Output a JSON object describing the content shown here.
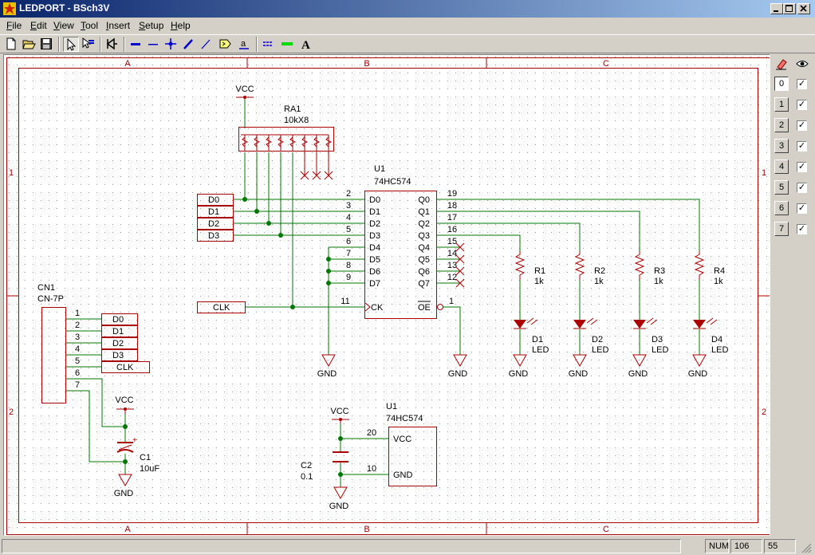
{
  "window": {
    "title": "LEDPORT - BSch3V"
  },
  "menu": {
    "items": [
      {
        "label": "File",
        "key": "F",
        "rest": "ile"
      },
      {
        "label": "Edit",
        "key": "E",
        "rest": "dit"
      },
      {
        "label": "View",
        "key": "V",
        "rest": "iew"
      },
      {
        "label": "Tool",
        "key": "T",
        "rest": "ool"
      },
      {
        "label": "Insert",
        "key": "I",
        "rest": "nsert"
      },
      {
        "label": "Setup",
        "key": "S",
        "rest": "etup"
      },
      {
        "label": "Help",
        "key": "H",
        "rest": "elp"
      }
    ]
  },
  "toolbar": {
    "icons": [
      "new-icon",
      "open-icon",
      "save-icon",
      "select-arrow-icon",
      "drag-select-icon",
      "component-icon",
      "bus-icon",
      "wire-icon",
      "junction-icon",
      "bus-entry-icon",
      "entry-icon",
      "tag-icon",
      "label-icon",
      "comment-line-icon",
      "marker-line-icon",
      "text-icon"
    ],
    "text_tool_glyph": "A",
    "label_glyph": "a",
    "colors": {
      "bus": "#0000cc",
      "marker": "#00dd00"
    }
  },
  "sheet": {
    "columns": [
      "A",
      "B",
      "C"
    ],
    "rows": [
      "1",
      "2"
    ],
    "colors": {
      "component": "#aa0000",
      "wire": "#007700",
      "junction": "#007700",
      "text": "#000000",
      "frame": "#aa0000",
      "grid": "#999999"
    }
  },
  "schematic": {
    "vcc": "VCC",
    "gnd": "GND",
    "ra1": {
      "ref": "RA1",
      "value": "10kX8"
    },
    "u1": {
      "ref": "U1",
      "value": "74HC574",
      "left_pins": [
        {
          "num": "2",
          "name": "D0"
        },
        {
          "num": "3",
          "name": "D1"
        },
        {
          "num": "4",
          "name": "D2"
        },
        {
          "num": "5",
          "name": "D3"
        },
        {
          "num": "6",
          "name": "D4"
        },
        {
          "num": "7",
          "name": "D5"
        },
        {
          "num": "8",
          "name": "D6"
        },
        {
          "num": "9",
          "name": "D7"
        }
      ],
      "right_pins": [
        {
          "num": "19",
          "name": "Q0"
        },
        {
          "num": "18",
          "name": "Q1"
        },
        {
          "num": "17",
          "name": "Q2"
        },
        {
          "num": "16",
          "name": "Q3"
        },
        {
          "num": "15",
          "name": "Q4"
        },
        {
          "num": "14",
          "name": "Q5"
        },
        {
          "num": "13",
          "name": "Q6"
        },
        {
          "num": "12",
          "name": "Q7"
        }
      ],
      "ck": {
        "num": "11",
        "name": "CK"
      },
      "oe": {
        "num": "1",
        "name": "OE"
      }
    },
    "u1_power": {
      "ref": "U1",
      "value": "74HC574",
      "vcc_pin": "20",
      "gnd_pin": "10",
      "vcc_name": "VCC",
      "gnd_name": "GND"
    },
    "input_labels": [
      "D0",
      "D1",
      "D2",
      "D3"
    ],
    "clk_label": "CLK",
    "resistors": [
      {
        "ref": "R1",
        "value": "1k"
      },
      {
        "ref": "R2",
        "value": "1k"
      },
      {
        "ref": "R3",
        "value": "1k"
      },
      {
        "ref": "R4",
        "value": "1k"
      }
    ],
    "leds": [
      {
        "ref": "D1",
        "value": "LED"
      },
      {
        "ref": "D2",
        "value": "LED"
      },
      {
        "ref": "D3",
        "value": "LED"
      },
      {
        "ref": "D4",
        "value": "LED"
      }
    ],
    "cn1": {
      "ref": "CN1",
      "value": "CN-7P",
      "pins": [
        "1",
        "2",
        "3",
        "4",
        "5",
        "6",
        "7"
      ],
      "labels": [
        "D0",
        "D1",
        "D2",
        "D3",
        "CLK"
      ]
    },
    "c1": {
      "ref": "C1",
      "value": "10uF",
      "polarity": "+"
    },
    "c2": {
      "ref": "C2",
      "value": "0.1"
    }
  },
  "layers": {
    "header_icons": [
      "eraser-icon",
      "eye-icon"
    ],
    "items": [
      {
        "label": "0",
        "visible": true,
        "selected": true
      },
      {
        "label": "1",
        "visible": true,
        "selected": false
      },
      {
        "label": "2",
        "visible": true,
        "selected": false
      },
      {
        "label": "3",
        "visible": true,
        "selected": false
      },
      {
        "label": "4",
        "visible": true,
        "selected": false
      },
      {
        "label": "5",
        "visible": true,
        "selected": false
      },
      {
        "label": "6",
        "visible": true,
        "selected": false
      },
      {
        "label": "7",
        "visible": true,
        "selected": false
      }
    ],
    "check_glyph": "✓"
  },
  "statusbar": {
    "num": "NUM",
    "x": "106",
    "y": "55"
  }
}
